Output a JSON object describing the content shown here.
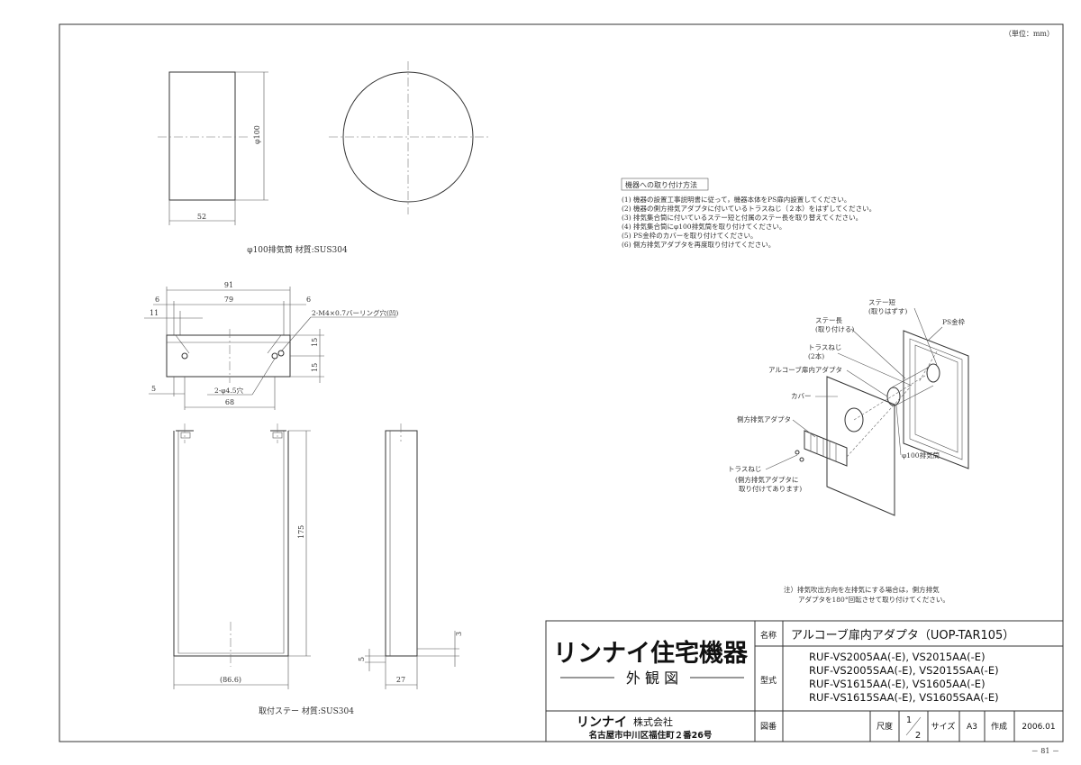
{
  "unit_note": "（単位：mm）",
  "page_number": "－ 81 －",
  "pipe": {
    "dim_width": "52",
    "dim_dia": "φ100",
    "caption": "φ100排気筒  材質:SUS304"
  },
  "stay": {
    "dim_91": "91",
    "dim_79": "79",
    "dim_6a": "6",
    "dim_6b": "6",
    "dim_11": "11",
    "dim_5": "5",
    "dim_68": "68",
    "dim_15a": "15",
    "dim_15b": "15",
    "burring": "2-M4×0.7バーリング穴(凹)",
    "hole": "2-φ4.5穴",
    "dim_175": "175",
    "dim_866": "(86.6)",
    "dim_27": "27",
    "dim_3": "3",
    "dim_5s": "5",
    "caption": "取付ステー  材質:SUS304"
  },
  "procedure": {
    "heading": "機器への取り付け方法",
    "steps": [
      "(1)  機器の設置工事説明書に従って，機器本体をPS扉内設置してください。",
      "(2)  機器の側方排気アダプタに付いているトラスねじ（２本）をはずしてください。",
      "(3)  排気集合筒に付いているステー短と付属のステー長を取り替えてください。",
      "(4)  排気集合筒にφ100排気筒を取り付けてください。",
      "(5)  PS金枠のカバーを取り付けてください。",
      "(6)  側方排気アダプタを再度取り付けてください。"
    ]
  },
  "assembly": {
    "stay_short": "ステー短",
    "stay_short_sub": "(取りはずす)",
    "ps_frame": "PS金枠",
    "stay_long": "ステー長",
    "stay_long_sub": "(取り付ける)",
    "truss_screw": "トラスねじ",
    "truss_screw_sub": "(2本)",
    "alcove": "アルコーブ扉内アダプタ",
    "cover": "カバー",
    "side_adapter": "側方排気アダプタ",
    "truss2": "トラスねじ",
    "truss2_sub1": "(側方排気アダプタに",
    "truss2_sub2": "取り付けてあります)",
    "pipe": "φ100排気筒"
  },
  "note": {
    "line1": "注）排気吹出方向を左排気にする場合は，側方排気",
    "line2": "アダプタを180°回転させて取り付けてください。"
  },
  "title_block": {
    "brand_big": "リンナイ住宅機器",
    "drawing_type": "外 観 図",
    "brand_small": "リンナイ",
    "company": "株式会社",
    "address": "名古屋市中川区福住町２番26号",
    "name_label": "名称",
    "name_value": "アルコーブ扉内アダプタ（UOP-TAR105）",
    "model_label": "型式",
    "models": [
      "RUF-VS2005AA(-E), VS2015AA(-E)",
      "RUF-VS2005SAA(-E), VS2015SAA(-E)",
      "RUF-VS1615AA(-E), VS1605AA(-E)",
      "RUF-VS1615SAA(-E), VS1605SAA(-E)"
    ],
    "drawing_no_label": "図番",
    "scale_label": "尺度",
    "scale_num": "1",
    "scale_den": "2",
    "size_label": "サイズ",
    "size_value": "A3",
    "made_label": "作成",
    "made_value": "2006.01"
  }
}
